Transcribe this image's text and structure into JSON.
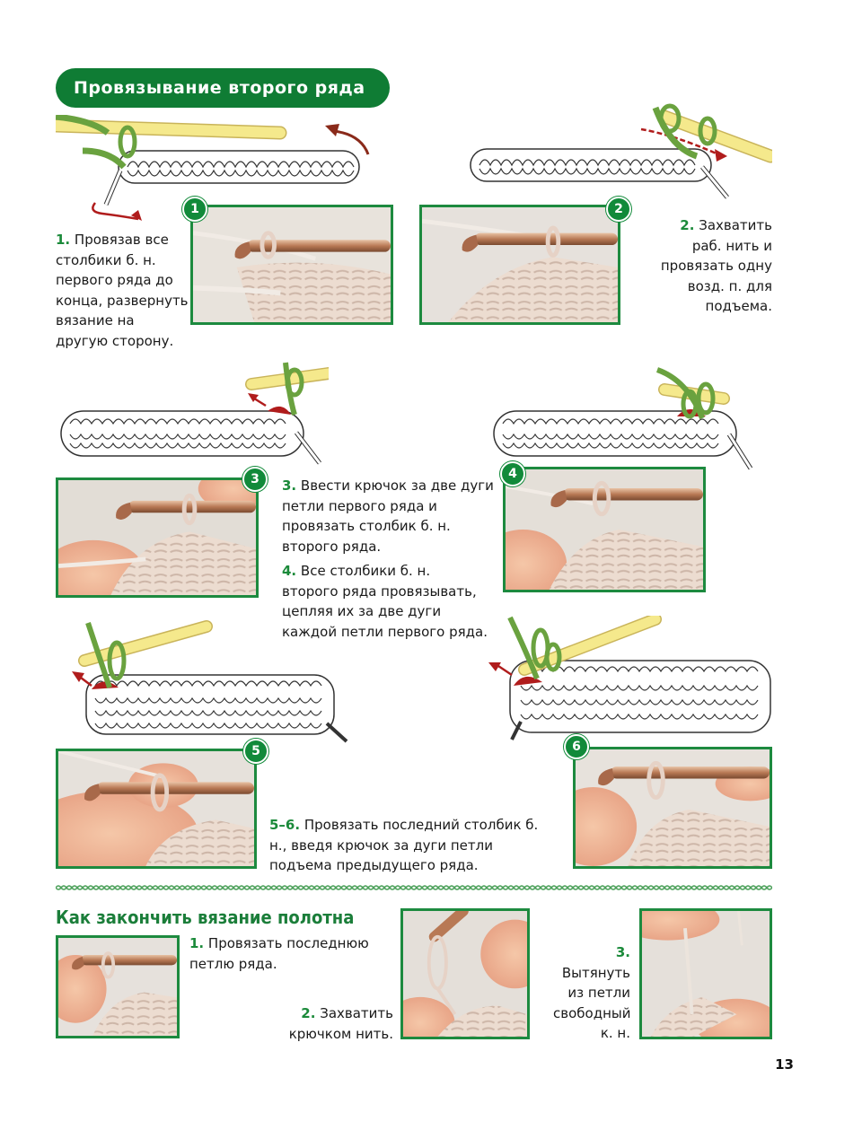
{
  "section_title": "Провязывание второго ряда",
  "steps": {
    "s1": {
      "num": "1.",
      "text": " Провязав все столбики б. н. первого ряда до конца, развернуть вязание на другую сторону."
    },
    "s2": {
      "num": "2.",
      "text": " Захватить раб. нить и провязать одну возд. п. для подъема."
    },
    "s3": {
      "num": "3.",
      "text": " Ввести крючок за две дуги петли первого ряда и провязать столбик б. н. второго ряда."
    },
    "s4": {
      "num": "4.",
      "text": " Все столбики б. н. второго ряда провязывать, цепляя их за две дуги каждой петли первого ряда."
    },
    "s56": {
      "num": "5–6.",
      "text": " Провязать последний столбик б. н., введя крючок за дуги петли подъема предыдущего ряда."
    }
  },
  "badges": [
    "1",
    "2",
    "3",
    "4",
    "5",
    "6"
  ],
  "finish_title": "Как закончить вязание полотна",
  "finish_steps": {
    "f1": {
      "num": "1.",
      "text": " Провязать последнюю петлю ряда."
    },
    "f2": {
      "num": "2.",
      "text": " Захватить крючком нить."
    },
    "f3": {
      "num": "3.",
      "text": " Вытянуть из петли свободный к. н."
    }
  },
  "page_number": "13",
  "colors": {
    "green": "#0f7c34",
    "accent": "#1b8a3a",
    "hook": "#f5e98c",
    "yarn": "#7ab648",
    "loop_red": "#b01c1c"
  }
}
